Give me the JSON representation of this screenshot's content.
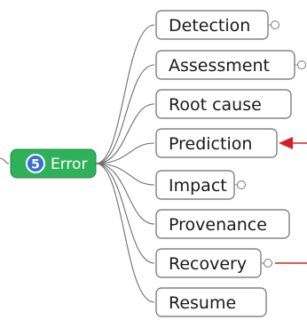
{
  "root": {
    "label": "Error",
    "badge": "5",
    "color": "#2fb15a",
    "badge_color": "#3a6fd1"
  },
  "children": [
    {
      "label": "Detection",
      "collapsed": true
    },
    {
      "label": "Assessment",
      "collapsed": true
    },
    {
      "label": "Root cause",
      "collapsed": false
    },
    {
      "label": "Prediction",
      "collapsed": false
    },
    {
      "label": "Impact",
      "collapsed": true
    },
    {
      "label": "Provenance",
      "collapsed": false
    },
    {
      "label": "Recovery",
      "collapsed": true
    },
    {
      "label": "Resume",
      "collapsed": false
    }
  ],
  "relationships": [
    {
      "target": "Prediction",
      "color": "#d42020",
      "arrowhead": true
    },
    {
      "target": "Recovery",
      "color": "#d42020",
      "arrowhead": false
    }
  ]
}
